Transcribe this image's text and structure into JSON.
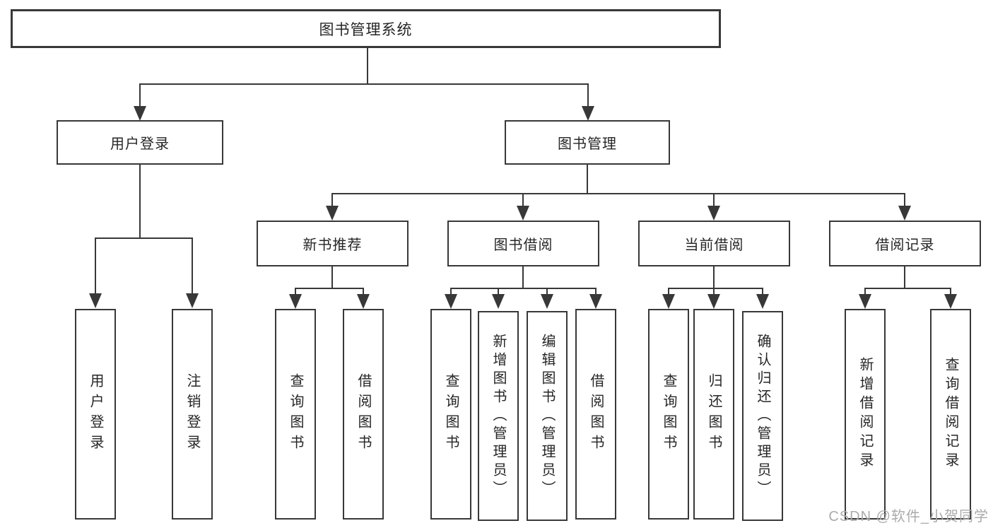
{
  "diagram": {
    "root": "图书管理系统",
    "level2": {
      "user_login": "用户登录",
      "book_mgmt": "图书管理"
    },
    "level3": {
      "new_books": "新书推荐",
      "book_borrow": "图书借阅",
      "current_borrow": "当前借阅",
      "borrow_records": "借阅记录"
    },
    "leaves": {
      "user_login_leaf": "用户登录",
      "logout": "注销登录",
      "nb_query": "查询图书",
      "nb_borrow": "借阅图书",
      "bb_query": "查询图书",
      "bb_add": "新增图书（管理员）",
      "bb_edit": "编辑图书（管理员）",
      "bb_borrow": "借阅图书",
      "cb_query": "查询图书",
      "cb_return": "归还图书",
      "cb_confirm": "确认归还（管理员）",
      "br_add": "新增借阅记录",
      "br_query": "查询借阅记录"
    }
  },
  "watermark": "CSDN @软件_小贺同学",
  "colors": {
    "line": "#383838",
    "text": "#262626",
    "box_bg": "#ffffff",
    "watermark": "#ababab",
    "background": "#ffffff"
  }
}
